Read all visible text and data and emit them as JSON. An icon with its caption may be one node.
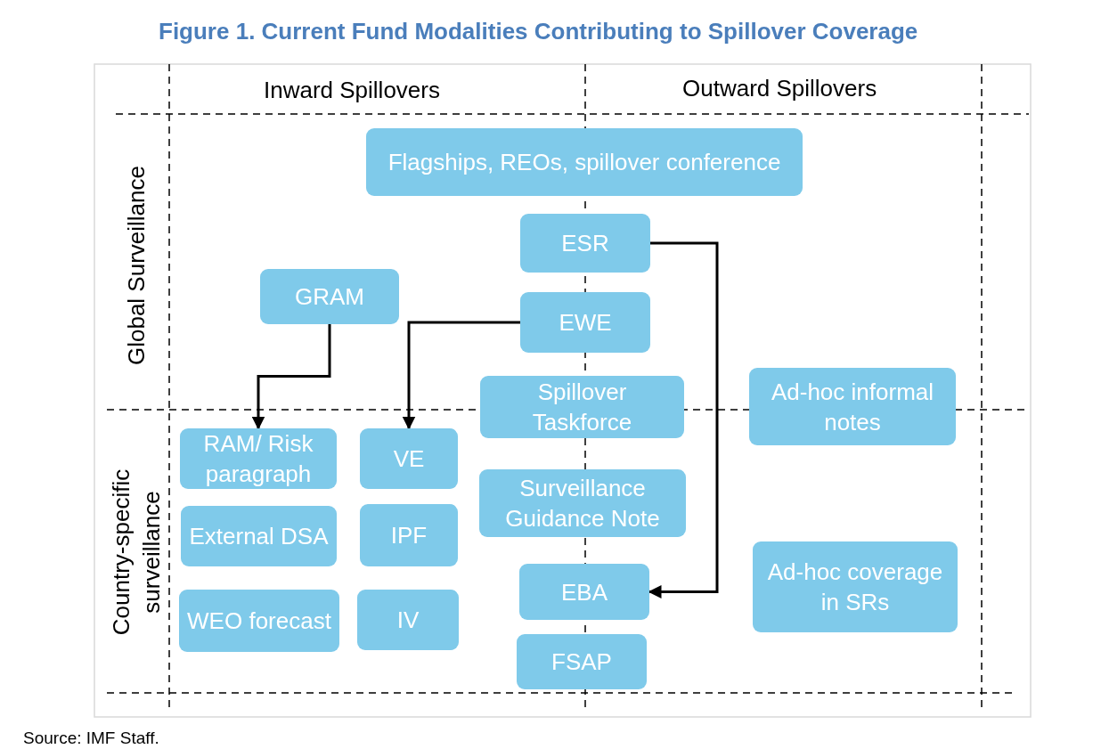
{
  "diagram": {
    "title": "Figure 1. Current Fund Modalities Contributing to Spillover Coverage",
    "caption": "Source: IMF Staff.",
    "nodes": [
      {
        "text": [
          "Flagships, REOs, spillover conference"
        ]
      },
      {
        "text": [
          "ESR"
        ]
      },
      {
        "text": [
          "GRAM"
        ]
      },
      {
        "text": [
          "EWE"
        ]
      },
      {
        "text": [
          "Spillover Taskforce"
        ]
      },
      {
        "text": [
          "Ad-hoc informal notes"
        ]
      },
      {
        "text": [
          "RAM/ Risk paragraph"
        ]
      },
      {
        "text": [
          "VE"
        ]
      },
      {
        "text": [
          "Surveillance Guidance Note"
        ]
      },
      {
        "text": [
          "External DSA"
        ]
      },
      {
        "text": [
          "IPF"
        ]
      },
      {
        "text": [
          "EBA"
        ]
      },
      {
        "text": [
          "Ad-hoc coverage in SRs"
        ]
      },
      {
        "text": [
          "WEO forecast"
        ]
      },
      {
        "text": [
          "IV"
        ]
      },
      {
        "text": [
          "FSAP"
        ]
      }
    ],
    "edges": [
      {
        "from": 2,
        "to": 6,
        "arrow": "to"
      },
      {
        "from": 3,
        "to": 7,
        "arrow": "to"
      },
      {
        "from": 1,
        "to": 11,
        "arrow": "to"
      }
    ],
    "labels": [
      "Inward Spillovers",
      "Outward Spillovers",
      "Global Surveillance",
      "Country-specific surveillance"
    ]
  }
}
